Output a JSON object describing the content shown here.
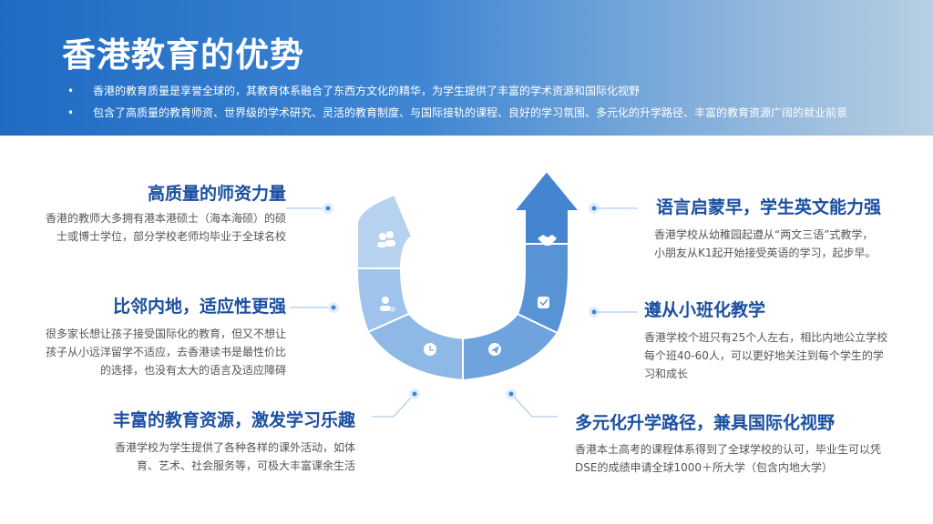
{
  "header": {
    "title": "香港教育的优势",
    "bullets": [
      "香港的教育质量是享誉全球的，其教育体系融合了东西方文化的精华，为学生提供了丰富的学术资源和国际化视野",
      "包含了高质量的教育师资、世界级的学术研究、灵活的教育制度、与国际接轨的课程、良好的学习氛围、多元化的升学路径、丰富的教育资源广阔的就业前景"
    ],
    "bullet_mark": "•"
  },
  "points": {
    "teachers": {
      "heading": "高质量的师资力量",
      "lines": [
        "香港的教师大多拥有港本港硕士（海本海硕）的硕",
        "士或博士学位，部分学校老师均毕业于全球名校"
      ]
    },
    "proximity": {
      "heading": "比邻内地，适应性更强",
      "lines": [
        "很多家长想让孩子接受国际化的教育，但又不想让",
        "孩子从小远洋留学不适应，去香港读书是最性价比",
        "的选择，也没有太大的语言及适应障碍"
      ]
    },
    "resources": {
      "heading": "丰富的教育资源，激发学习乐趣",
      "lines": [
        "香港学校为学生提供了各种各样的课外活动，如体",
        "育、艺术、社会服务等，可极大丰富课余生活"
      ]
    },
    "language": {
      "heading": "语言启蒙早，学生英文能力强",
      "lines": [
        "香港学校从幼稚园起遵从“两文三语”式教学，",
        "小朋友从K1起开始接受英语的学习，起步早。"
      ]
    },
    "smallclass": {
      "heading": "遵从小班化教学",
      "lines": [
        "香港学校个班只有25个人左右，相比内地公立学校",
        "每个班40-60人，可以更好地关注到每个学生的学",
        "习和成长"
      ]
    },
    "pathways": {
      "heading": "多元化升学路径，兼具国际化视野",
      "lines": [
        "香港本土高考的课程体系得到了全球学校的认可，毕业生可以凭",
        "DSE的成绩申请全球1000＋所大学（包含内地大学）"
      ]
    }
  },
  "colors": {
    "heading": "#1b4fa0",
    "arc_light": "#a9c8ea",
    "arc_dark": "#3f86d2",
    "connector": "#9fc1e6"
  },
  "icons": [
    "people-icon",
    "user-icon",
    "clock-icon",
    "send-icon",
    "task-icon",
    "handshake-icon"
  ]
}
